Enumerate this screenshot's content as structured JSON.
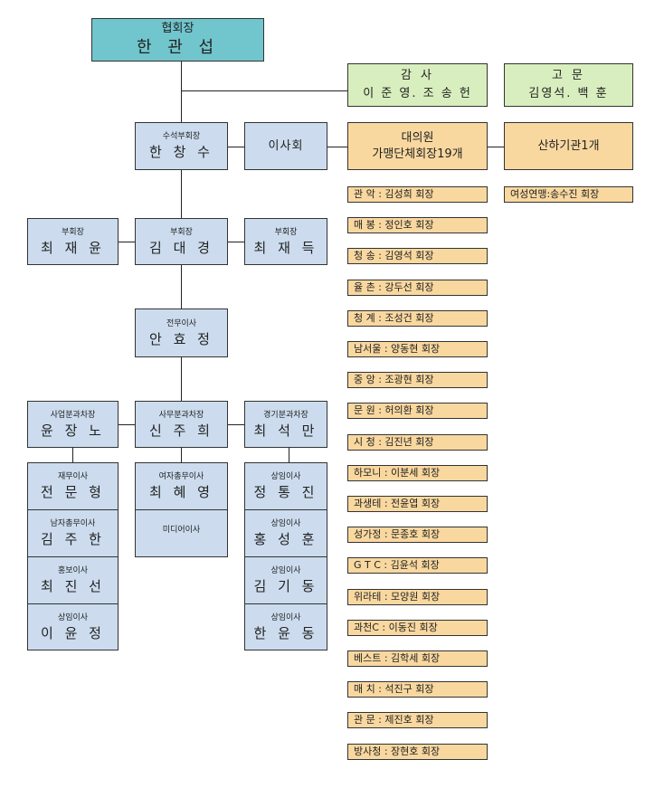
{
  "president": {
    "role": "협회장",
    "name": "한 관 섭"
  },
  "auditor": {
    "role": "감  사",
    "name": "이 준 영. 조 송 헌"
  },
  "advisor": {
    "role": "고 문",
    "name": "김영석. 백  훈"
  },
  "senior_vp": {
    "role": "수석부회장",
    "name": "한 창 수"
  },
  "board": {
    "label": "이사회"
  },
  "delegates": {
    "line1": "대의원",
    "line2": "가맹단체회장19개"
  },
  "affiliate": {
    "label": "산하기관1개"
  },
  "womens_league": {
    "label": "여성연맹:송수진 회장"
  },
  "vp_left": {
    "role": "부회장",
    "name": "최 재 윤"
  },
  "vp_center": {
    "role": "부회장",
    "name": "김 대 경"
  },
  "vp_right": {
    "role": "부회장",
    "name": "최 재 득"
  },
  "exec_director": {
    "role": "전무이사",
    "name": "안 효 정"
  },
  "business_chair": {
    "role": "사업분과차장",
    "name": "윤 장 노"
  },
  "admin_chair": {
    "role": "사무분과차장",
    "name": "신 주 희"
  },
  "competition_chair": {
    "role": "경기분과차장",
    "name": "최 석 만"
  },
  "left_column": [
    {
      "role": "재무이사",
      "name": "전 문 형"
    },
    {
      "role": "남자총무이사",
      "name": "김 주 한"
    },
    {
      "role": "홍보이사",
      "name": "최 진 선"
    },
    {
      "role": "상임이사",
      "name": "이 윤 정"
    }
  ],
  "center_column": [
    {
      "role": "여자총무이사",
      "name": "최 혜 영"
    },
    {
      "role": "미디어이사",
      "name": ""
    }
  ],
  "right_column": [
    {
      "role": "상임이사",
      "name": "정 통 진"
    },
    {
      "role": "상임이사",
      "name": "홍 성 훈"
    },
    {
      "role": "상임이사",
      "name": "김 기 동"
    },
    {
      "role": "상임이사",
      "name": "한 윤 동"
    }
  ],
  "clubs": [
    "관 악 : 김성희 회장",
    "매 봉 : 정인호 회장",
    "청 송 : 김영석 회장",
    "율 촌 : 강두선 회장",
    "청 계 : 조성건 회장",
    "남서울 : 양동현 회장",
    "중 앙 : 조광현 회장",
    "문 원 : 허의환 회장",
    "시 청 : 김진년 회장",
    "하모니 : 이분세 회장",
    "과생테 : 전윤엽 회장",
    "성가정 : 문종호 회장",
    "G T C : 김윤석 회장",
    "위라테 : 모양원 회장",
    "과천C : 이동진 회장",
    "베스트 : 김학세 회장",
    "매 치 : 석진구 회장",
    "관 문 : 제진호 회장",
    "방사청  : 장현호 회장"
  ]
}
